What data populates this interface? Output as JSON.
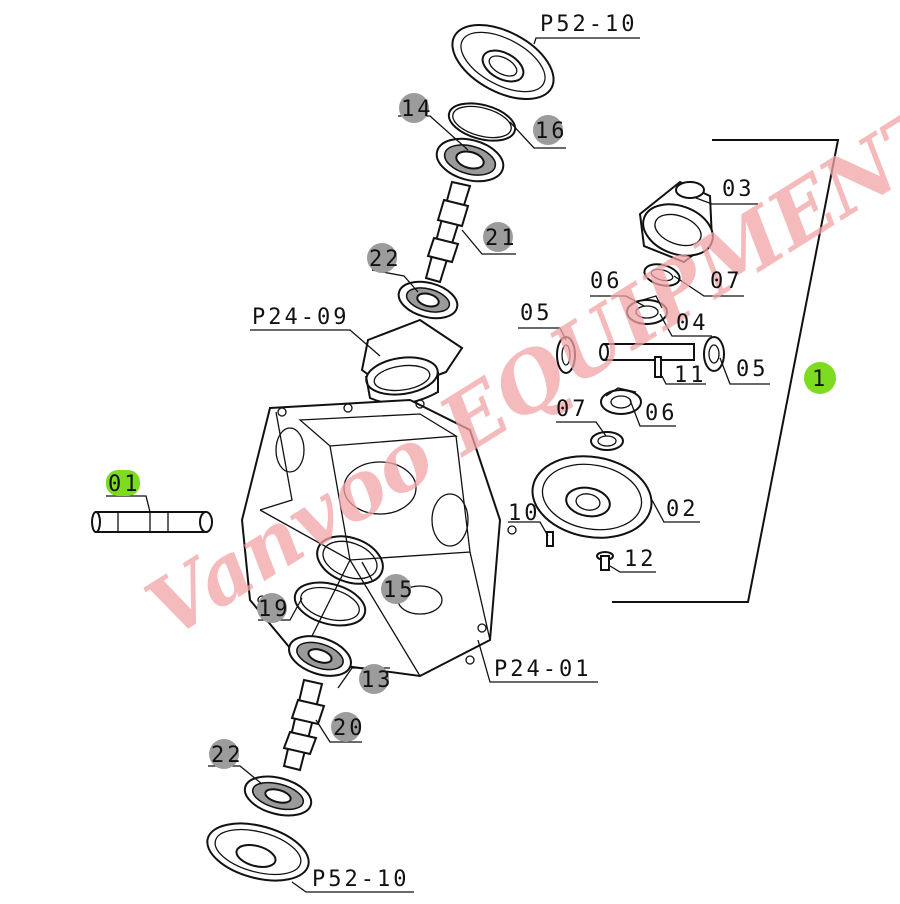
{
  "watermark": {
    "text": "Vanvoo EQUIPMENT",
    "color": "#f2a3a6"
  },
  "labels": {
    "p52_10_top": "P52-10",
    "n14": "14",
    "n16": "16",
    "n21": "21",
    "n22_top": "22",
    "p24_09": "P24-09",
    "n03": "03",
    "n06_top": "06",
    "n07_top": "07",
    "n05_left": "05",
    "n04": "04",
    "n05_right": "05",
    "n11": "11",
    "n07_bottom": "07",
    "n06_bottom": "06",
    "n02": "02",
    "n10": "10",
    "n12": "12",
    "n1": "1",
    "n01": "01",
    "n19": "19",
    "n15": "15",
    "n13": "13",
    "p24_01": "P24-01",
    "n20": "20",
    "n22_bottom": "22",
    "p52_10_bottom": "P52-10"
  },
  "highlight_color": "#7ddc1f",
  "badge_color": "#9c9c9c"
}
